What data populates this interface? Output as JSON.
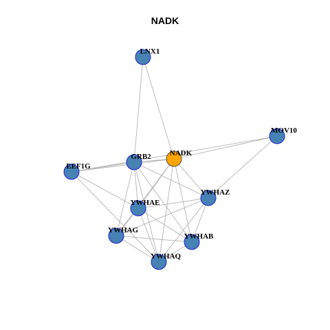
{
  "title": "NADK",
  "colors": {
    "node_fill": "#4682b4",
    "node_stroke": "#1f1fd6",
    "focus_fill": "#ffa500",
    "focus_stroke": "#4b4b4b",
    "edge": "#b3b3b3"
  },
  "nodes": [
    {
      "id": "LNX1",
      "label": "LNX1",
      "focus": false
    },
    {
      "id": "MOV10",
      "label": "MOV10",
      "focus": false
    },
    {
      "id": "GRB2",
      "label": "GRB2",
      "focus": false
    },
    {
      "id": "NADK",
      "label": "NADK",
      "focus": true
    },
    {
      "id": "EEF1G",
      "label": "EEF1G",
      "focus": false
    },
    {
      "id": "YWHAZ",
      "label": "YWHAZ",
      "focus": false
    },
    {
      "id": "YWHAE",
      "label": "YWHAE",
      "focus": false
    },
    {
      "id": "YWHAG",
      "label": "YWHAG",
      "focus": false
    },
    {
      "id": "YWHAB",
      "label": "YWHAB",
      "focus": false
    },
    {
      "id": "YWHAQ",
      "label": "YWHAQ",
      "focus": false
    }
  ],
  "edges": [
    [
      "LNX1",
      "GRB2"
    ],
    [
      "LNX1",
      "NADK"
    ],
    [
      "MOV10",
      "NADK"
    ],
    [
      "MOV10",
      "YWHAZ"
    ],
    [
      "MOV10",
      "EEF1G"
    ],
    [
      "EEF1G",
      "GRB2"
    ],
    [
      "EEF1G",
      "NADK"
    ],
    [
      "EEF1G",
      "YWHAE"
    ],
    [
      "EEF1G",
      "YWHAQ"
    ],
    [
      "GRB2",
      "NADK"
    ],
    [
      "GRB2",
      "YWHAE"
    ],
    [
      "GRB2",
      "YWHAZ"
    ],
    [
      "GRB2",
      "YWHAG"
    ],
    [
      "GRB2",
      "YWHAB"
    ],
    [
      "GRB2",
      "YWHAQ"
    ],
    [
      "NADK",
      "YWHAE"
    ],
    [
      "NADK",
      "YWHAZ"
    ],
    [
      "NADK",
      "YWHAG"
    ],
    [
      "NADK",
      "YWHAB"
    ],
    [
      "NADK",
      "YWHAQ"
    ],
    [
      "YWHAE",
      "YWHAZ"
    ],
    [
      "YWHAE",
      "YWHAG"
    ],
    [
      "YWHAE",
      "YWHAB"
    ],
    [
      "YWHAE",
      "YWHAQ"
    ],
    [
      "YWHAZ",
      "YWHAG"
    ],
    [
      "YWHAZ",
      "YWHAB"
    ],
    [
      "YWHAZ",
      "YWHAQ"
    ],
    [
      "YWHAG",
      "YWHAB"
    ],
    [
      "YWHAG",
      "YWHAQ"
    ],
    [
      "YWHAB",
      "YWHAQ"
    ]
  ]
}
